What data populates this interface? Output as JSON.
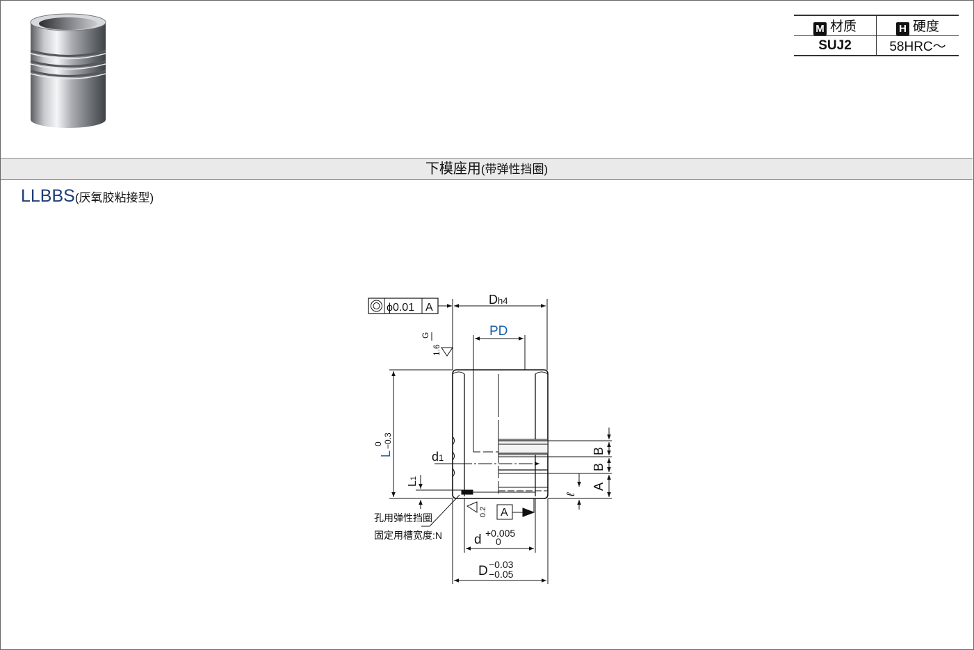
{
  "material_table": {
    "material_key": "M",
    "material_header": "材质",
    "hardness_key": "H",
    "hardness_header": "硬度",
    "material_value": "SUJ2",
    "hardness_value": "58HRC～"
  },
  "section_band": {
    "title": "下模座用",
    "subtitle": "(带弹性挡圈)"
  },
  "model": {
    "code": "LLBBS",
    "description": "(厌氧胶粘接型)"
  },
  "drawing": {
    "tolerance_value": "ϕ0.01",
    "datum": "A",
    "dh4_main": "D",
    "dh4_sub": "h4",
    "pd": "PD",
    "g_label": "G",
    "roughness_1": "1.6",
    "roughness_2": "0.2",
    "l_label": "L",
    "l_upper": "0",
    "l_lower": "−0.3",
    "d1_main": "d",
    "d1_sub": "1",
    "l1_main": "L",
    "l1_sub": "1",
    "ell": "ℓ",
    "b1": "B",
    "b2": "B",
    "a_dim": "A",
    "d_main": "d",
    "d_upper": "+0.005",
    "d_lower": "0",
    "dd_main": "D",
    "dd_upper": "−0.03",
    "dd_lower": "−0.05",
    "note_line1": "孔用弹性挡圈",
    "note_line2": "固定用槽宽度:N"
  },
  "colors": {
    "accent_blue": "#1a5fa8",
    "model_blue": "#1d3c78",
    "band_gray": "#eaeaea"
  }
}
